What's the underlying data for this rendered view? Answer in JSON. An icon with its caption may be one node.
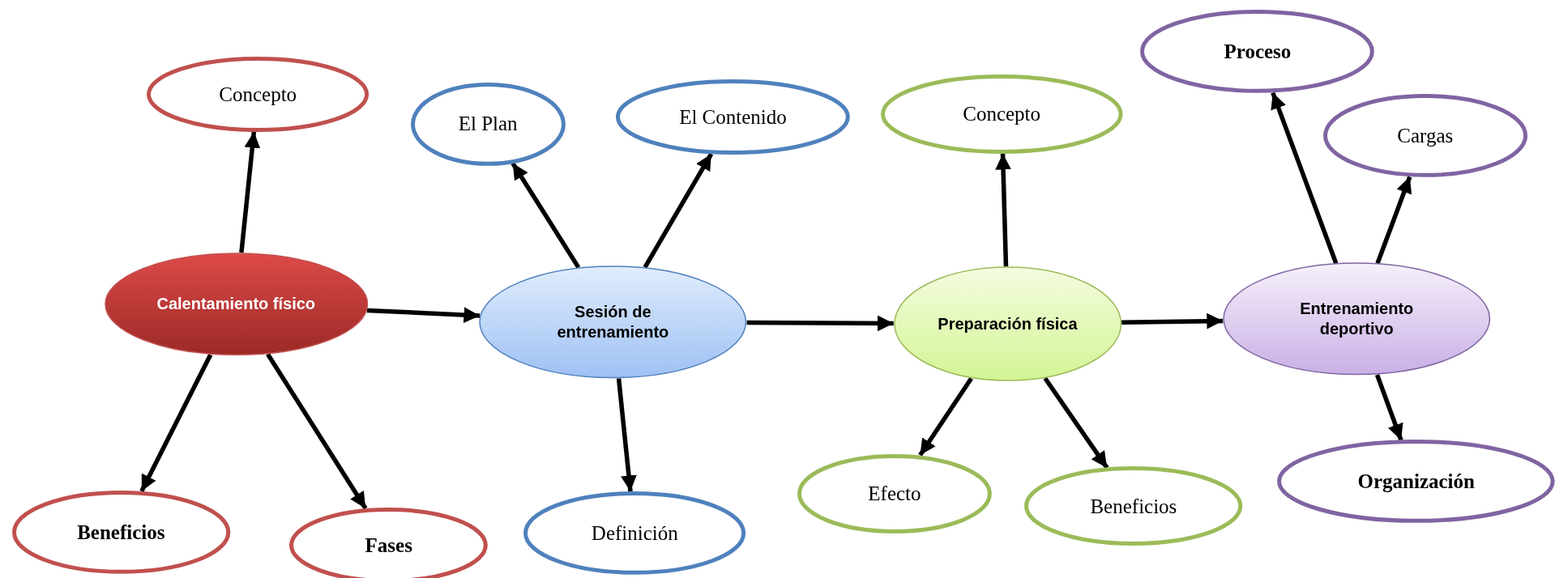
{
  "diagram": {
    "nodes": [
      {
        "text": [
          "Calentamiento físico"
        ]
      },
      {
        "text": [
          "Concepto"
        ]
      },
      {
        "text": [
          "Beneficios"
        ]
      },
      {
        "text": [
          "Fases"
        ]
      },
      {
        "text": [
          "Sesión de entrenamiento"
        ]
      },
      {
        "text": [
          "El Plan"
        ]
      },
      {
        "text": [
          "El Contenido"
        ]
      },
      {
        "text": [
          "Definición"
        ]
      },
      {
        "text": [
          "Preparación física"
        ]
      },
      {
        "text": [
          "Concepto"
        ]
      },
      {
        "text": [
          "Efecto"
        ]
      },
      {
        "text": [
          "Beneficios"
        ]
      },
      {
        "text": [
          "Entrenamiento deportivo"
        ]
      },
      {
        "text": [
          "Proceso"
        ]
      },
      {
        "text": [
          "Cargas"
        ]
      },
      {
        "text": [
          "Organización"
        ]
      }
    ],
    "edges": [
      {
        "from": 0,
        "to": 1,
        "arrow": "to"
      },
      {
        "from": 0,
        "to": 2,
        "arrow": "to"
      },
      {
        "from": 0,
        "to": 3,
        "arrow": "to"
      },
      {
        "from": 0,
        "to": 4,
        "arrow": "to"
      },
      {
        "from": 4,
        "to": 5,
        "arrow": "to"
      },
      {
        "from": 4,
        "to": 6,
        "arrow": "to"
      },
      {
        "from": 4,
        "to": 7,
        "arrow": "to"
      },
      {
        "from": 4,
        "to": 8,
        "arrow": "to"
      },
      {
        "from": 8,
        "to": 9,
        "arrow": "to"
      },
      {
        "from": 8,
        "to": 10,
        "arrow": "to"
      },
      {
        "from": 8,
        "to": 11,
        "arrow": "to"
      },
      {
        "from": 8,
        "to": 12,
        "arrow": "to"
      },
      {
        "from": 12,
        "to": 13,
        "arrow": "to"
      },
      {
        "from": 12,
        "to": 14,
        "arrow": "to"
      },
      {
        "from": 12,
        "to": 15,
        "arrow": "to"
      }
    ]
  }
}
